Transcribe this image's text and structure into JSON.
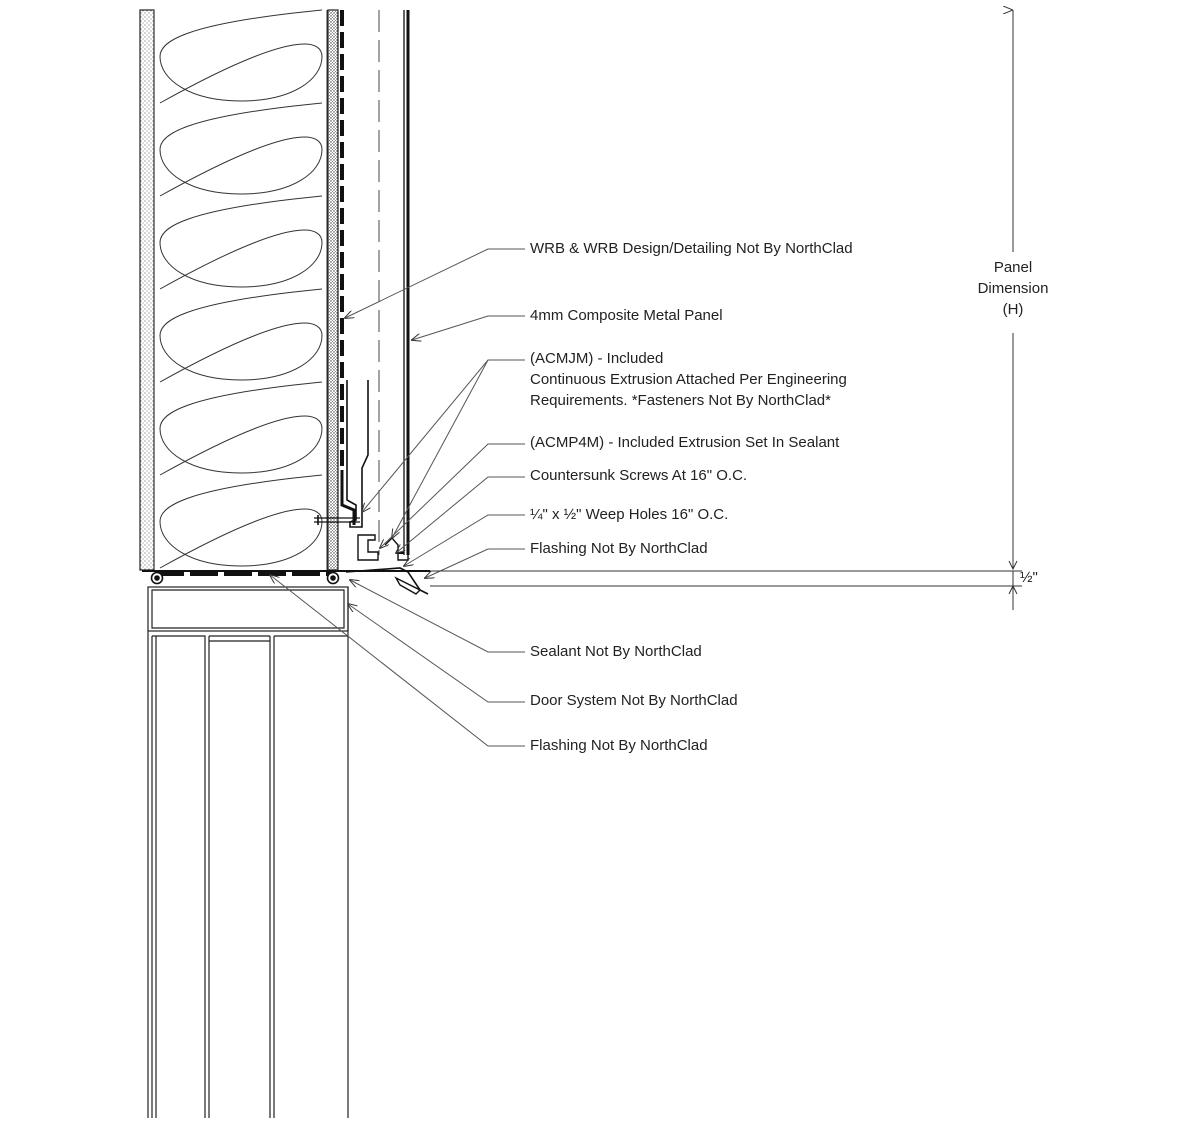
{
  "callouts": {
    "wrb": "WRB & WRB Design/Detailing Not By NorthClad",
    "panel": "4mm Composite Metal Panel",
    "acmjm_line1": "(ACMJM) - Included",
    "acmjm_line2": "Continuous Extrusion Attached Per Engineering",
    "acmjm_line3": "Requirements. *Fasteners Not By NorthClad*",
    "acmp4m": "(ACMP4M) - Included Extrusion Set In Sealant",
    "screws": "Countersunk Screws At 16\" O.C.",
    "weep": "¼\" x ½\" Weep Holes 16\" O.C.",
    "flashing_top": "Flashing Not By NorthClad",
    "sealant": "Sealant Not By NorthClad",
    "door": "Door System Not By NorthClad",
    "flashing_bottom": "Flashing Not By NorthClad"
  },
  "dimensions": {
    "panel_line1": "Panel",
    "panel_line2": "Dimension",
    "panel_line3": "(H)",
    "gap": "½\""
  },
  "colors": {
    "line": "#222222",
    "leader": "#555555"
  }
}
